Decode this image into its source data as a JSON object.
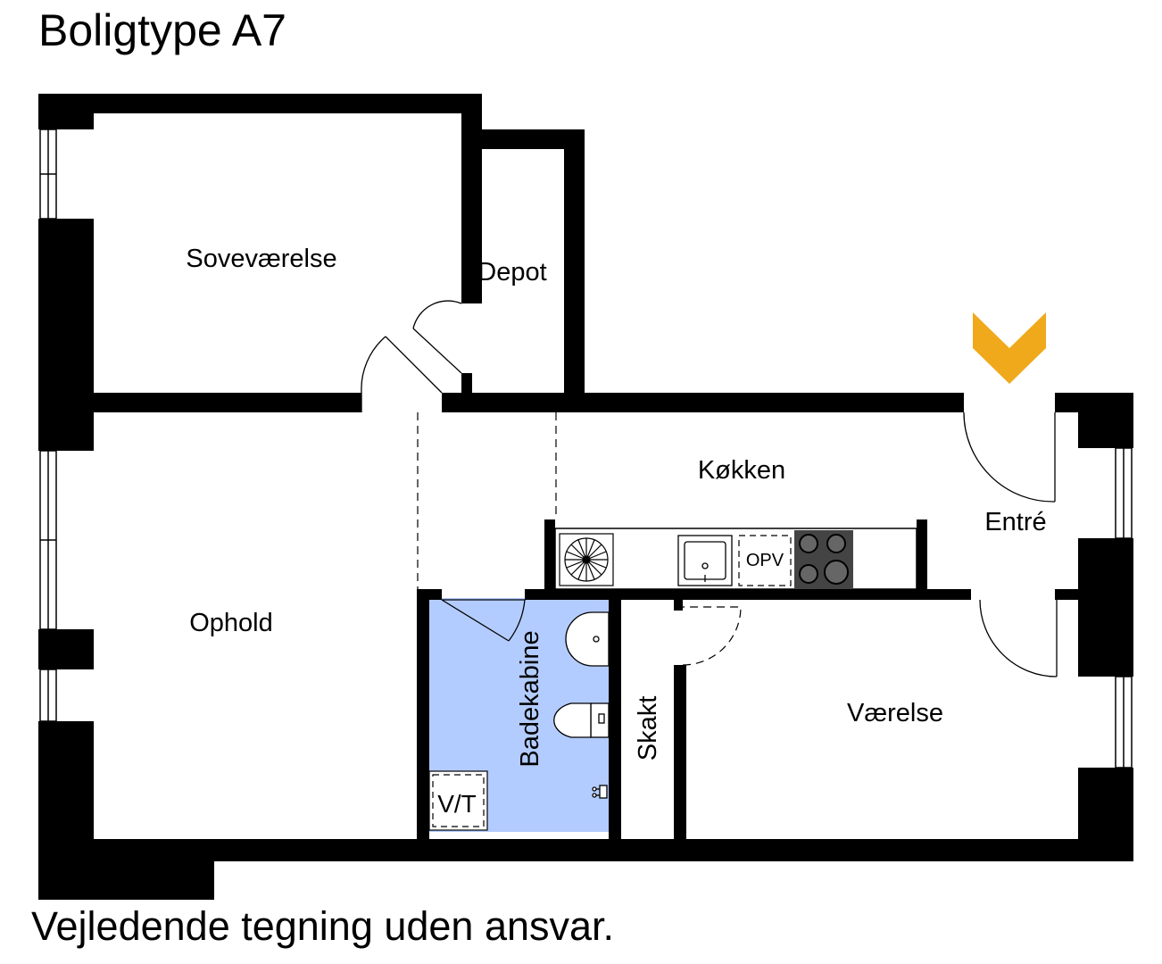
{
  "title": "Boligtype A7",
  "disclaimer": "Vejledende tegning uden ansvar.",
  "colors": {
    "wall": "#000000",
    "bathroom": "#b3ccff",
    "entrance_arrow": "#f0a91b",
    "stove": "#444444"
  },
  "icons": [
    "entrance-arrow-icon",
    "fan-icon",
    "sink-icon",
    "stove-icon",
    "washbasin-icon",
    "toilet-icon",
    "shower-tap-icon"
  ],
  "rooms": {
    "sovevaerelse": "Soveværelse",
    "depot": "Depot",
    "koekken": "Køkken",
    "entre": "Entré",
    "ophold": "Ophold",
    "badekabine": "Badekabine",
    "skakt": "Skakt",
    "vaerelse": "Værelse"
  },
  "fixtures": {
    "opv": "OPV",
    "vt": "V/T"
  }
}
